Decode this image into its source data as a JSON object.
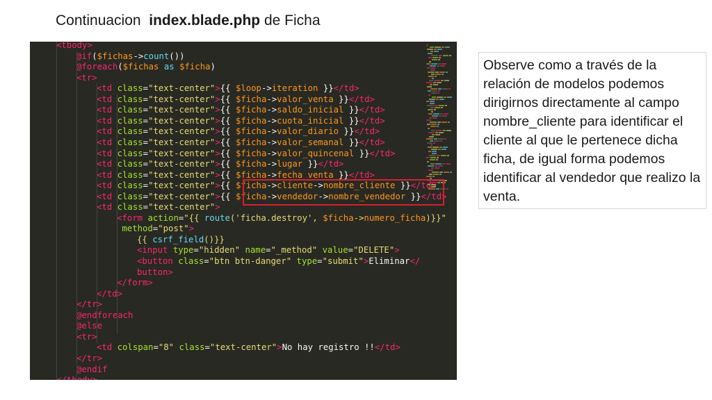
{
  "title": {
    "prefix": "Continuacion",
    "file": "index.blade.php",
    "suffix": "de Ficha"
  },
  "note": {
    "text": "Observe como a través de la relación de modelos podemos dirigirnos directamente al campo nombre_cliente para identificar el cliente al que le pertenece dicha ficha, de igual forma podemos identificar al vendedor que realizo la venta."
  },
  "colors": {
    "editor_background": "#282923",
    "highlight_border": "#d8202c",
    "tag": "#f92672",
    "attribute": "#a6e22e",
    "string": "#e6db74",
    "variable": "#fd971f",
    "function": "#66d9ef"
  },
  "code": [
    {
      "indent": 2,
      "tokens": [
        [
          "tag",
          "<tbody>"
        ]
      ]
    },
    {
      "indent": 3,
      "tokens": [
        [
          "dir",
          "@if"
        ],
        [
          "pl",
          "("
        ],
        [
          "var",
          "$fichas"
        ],
        [
          "pl",
          "->"
        ],
        [
          "fn",
          "count"
        ],
        [
          "pl",
          "())"
        ]
      ]
    },
    {
      "indent": 3,
      "tokens": [
        [
          "dir",
          "@foreach"
        ],
        [
          "pl",
          "("
        ],
        [
          "var",
          "$fichas"
        ],
        [
          "pl",
          " "
        ],
        [
          "kw",
          "as"
        ],
        [
          "pl",
          " "
        ],
        [
          "var",
          "$ficha"
        ],
        [
          "pl",
          ")"
        ]
      ]
    },
    {
      "indent": 3,
      "tokens": [
        [
          "tag",
          "<tr>"
        ]
      ]
    },
    {
      "indent": 4,
      "tokens": [
        [
          "tag",
          "<td"
        ],
        [
          "pl",
          " "
        ],
        [
          "attr",
          "class"
        ],
        [
          "pl",
          "="
        ],
        [
          "str",
          "\"text-center\""
        ],
        [
          "tag",
          ">"
        ],
        [
          "pl",
          "{{ "
        ],
        [
          "var",
          "$loop"
        ],
        [
          "pl",
          "->"
        ],
        [
          "var",
          "iteration"
        ],
        [
          "pl",
          " }}"
        ],
        [
          "tag",
          "</td>"
        ]
      ]
    },
    {
      "indent": 4,
      "tokens": [
        [
          "tag",
          "<td"
        ],
        [
          "pl",
          " "
        ],
        [
          "attr",
          "class"
        ],
        [
          "pl",
          "="
        ],
        [
          "str",
          "\"text-center\""
        ],
        [
          "tag",
          ">"
        ],
        [
          "pl",
          "{{ "
        ],
        [
          "var",
          "$ficha"
        ],
        [
          "pl",
          "->"
        ],
        [
          "var",
          "valor_venta"
        ],
        [
          "pl",
          " }}"
        ],
        [
          "tag",
          "</td>"
        ]
      ]
    },
    {
      "indent": 4,
      "tokens": [
        [
          "tag",
          "<td"
        ],
        [
          "pl",
          " "
        ],
        [
          "attr",
          "class"
        ],
        [
          "pl",
          "="
        ],
        [
          "str",
          "\"text-center\""
        ],
        [
          "tag",
          ">"
        ],
        [
          "pl",
          "{{ "
        ],
        [
          "var",
          "$ficha"
        ],
        [
          "pl",
          "->"
        ],
        [
          "var",
          "saldo_inicial"
        ],
        [
          "pl",
          " }}"
        ],
        [
          "tag",
          "</td>"
        ]
      ]
    },
    {
      "indent": 4,
      "tokens": [
        [
          "tag",
          "<td"
        ],
        [
          "pl",
          " "
        ],
        [
          "attr",
          "class"
        ],
        [
          "pl",
          "="
        ],
        [
          "str",
          "\"text-center\""
        ],
        [
          "tag",
          ">"
        ],
        [
          "pl",
          "{{ "
        ],
        [
          "var",
          "$ficha"
        ],
        [
          "pl",
          "->"
        ],
        [
          "var",
          "cuota_inicial"
        ],
        [
          "pl",
          " }}"
        ],
        [
          "tag",
          "</td>"
        ]
      ]
    },
    {
      "indent": 4,
      "tokens": [
        [
          "tag",
          "<td"
        ],
        [
          "pl",
          " "
        ],
        [
          "attr",
          "class"
        ],
        [
          "pl",
          "="
        ],
        [
          "str",
          "\"text-center\""
        ],
        [
          "tag",
          ">"
        ],
        [
          "pl",
          "{{ "
        ],
        [
          "var",
          "$ficha"
        ],
        [
          "pl",
          "->"
        ],
        [
          "var",
          "valor_diario"
        ],
        [
          "pl",
          " }}"
        ],
        [
          "tag",
          "</td>"
        ]
      ]
    },
    {
      "indent": 4,
      "tokens": [
        [
          "tag",
          "<td"
        ],
        [
          "pl",
          " "
        ],
        [
          "attr",
          "class"
        ],
        [
          "pl",
          "="
        ],
        [
          "str",
          "\"text-center\""
        ],
        [
          "tag",
          ">"
        ],
        [
          "pl",
          "{{ "
        ],
        [
          "var",
          "$ficha"
        ],
        [
          "pl",
          "->"
        ],
        [
          "var",
          "valor_semanal"
        ],
        [
          "pl",
          " }}"
        ],
        [
          "tag",
          "</td>"
        ]
      ]
    },
    {
      "indent": 4,
      "tokens": [
        [
          "tag",
          "<td"
        ],
        [
          "pl",
          " "
        ],
        [
          "attr",
          "class"
        ],
        [
          "pl",
          "="
        ],
        [
          "str",
          "\"text-center\""
        ],
        [
          "tag",
          ">"
        ],
        [
          "pl",
          "{{ "
        ],
        [
          "var",
          "$ficha"
        ],
        [
          "pl",
          "->"
        ],
        [
          "var",
          "valor_quincenal"
        ],
        [
          "pl",
          " }}"
        ],
        [
          "tag",
          "</td>"
        ]
      ]
    },
    {
      "indent": 4,
      "tokens": [
        [
          "tag",
          "<td"
        ],
        [
          "pl",
          " "
        ],
        [
          "attr",
          "class"
        ],
        [
          "pl",
          "="
        ],
        [
          "str",
          "\"text-center\""
        ],
        [
          "tag",
          ">"
        ],
        [
          "pl",
          "{{ "
        ],
        [
          "var",
          "$ficha"
        ],
        [
          "pl",
          "->"
        ],
        [
          "var",
          "lugar"
        ],
        [
          "pl",
          " }}"
        ],
        [
          "tag",
          "</td>"
        ]
      ]
    },
    {
      "indent": 4,
      "tokens": [
        [
          "tag",
          "<td"
        ],
        [
          "pl",
          " "
        ],
        [
          "attr",
          "class"
        ],
        [
          "pl",
          "="
        ],
        [
          "str",
          "\"text-center\""
        ],
        [
          "tag",
          ">"
        ],
        [
          "pl",
          "{{ "
        ],
        [
          "var",
          "$ficha"
        ],
        [
          "pl",
          "->"
        ],
        [
          "var",
          "fecha_venta"
        ],
        [
          "pl",
          " }}"
        ],
        [
          "tag",
          "</td>"
        ]
      ]
    },
    {
      "indent": 4,
      "tokens": [
        [
          "tag",
          "<td"
        ],
        [
          "pl",
          " "
        ],
        [
          "attr",
          "class"
        ],
        [
          "pl",
          "="
        ],
        [
          "str",
          "\"text-center\""
        ],
        [
          "tag",
          ">"
        ],
        [
          "pl",
          "{{ "
        ],
        [
          "var",
          "$ficha"
        ],
        [
          "pl",
          "->"
        ],
        [
          "var",
          "cliente"
        ],
        [
          "pl",
          "->"
        ],
        [
          "var",
          "nombre_cliente"
        ],
        [
          "pl",
          " }}"
        ],
        [
          "tag",
          "</td>"
        ]
      ]
    },
    {
      "indent": 4,
      "tokens": [
        [
          "tag",
          "<td"
        ],
        [
          "pl",
          " "
        ],
        [
          "attr",
          "class"
        ],
        [
          "pl",
          "="
        ],
        [
          "str",
          "\"text-center\""
        ],
        [
          "tag",
          ">"
        ],
        [
          "pl",
          "{{ "
        ],
        [
          "var",
          "$ficha"
        ],
        [
          "pl",
          "->"
        ],
        [
          "var",
          "vendedor"
        ],
        [
          "pl",
          "->"
        ],
        [
          "var",
          "nombre_vendedor"
        ],
        [
          "pl",
          " }}"
        ],
        [
          "tag",
          "</td>"
        ]
      ]
    },
    {
      "indent": 4,
      "tokens": [
        [
          "tag",
          "<td"
        ],
        [
          "pl",
          " "
        ],
        [
          "attr",
          "class"
        ],
        [
          "pl",
          "="
        ],
        [
          "str",
          "\"text-center\""
        ],
        [
          "tag",
          ">"
        ]
      ]
    },
    {
      "indent": 5,
      "tokens": [
        [
          "tag",
          "<form"
        ],
        [
          "pl",
          " "
        ],
        [
          "attr",
          "action"
        ],
        [
          "pl",
          "="
        ],
        [
          "str",
          "\"{{ "
        ],
        [
          "fn",
          "route"
        ],
        [
          "str",
          "('ficha.destroy', "
        ],
        [
          "var",
          "$ficha"
        ],
        [
          "str",
          "->"
        ],
        [
          "var",
          "numero_ficha"
        ],
        [
          "str",
          ")}}\""
        ]
      ]
    },
    {
      "indent": 5,
      "tokens": [
        [
          "pl",
          " "
        ],
        [
          "attr",
          "method"
        ],
        [
          "pl",
          "="
        ],
        [
          "str",
          "\"post\""
        ],
        [
          "tag",
          ">"
        ]
      ]
    },
    {
      "indent": 6,
      "tokens": [
        [
          "str",
          "{{ "
        ],
        [
          "fn",
          "csrf_field"
        ],
        [
          "str",
          "()}}"
        ]
      ]
    },
    {
      "indent": 6,
      "tokens": [
        [
          "tag",
          "<input"
        ],
        [
          "pl",
          " "
        ],
        [
          "attr",
          "type"
        ],
        [
          "pl",
          "="
        ],
        [
          "str",
          "\"hidden\""
        ],
        [
          "pl",
          " "
        ],
        [
          "attr",
          "name"
        ],
        [
          "pl",
          "="
        ],
        [
          "str",
          "\"_method\""
        ],
        [
          "pl",
          " "
        ],
        [
          "attr",
          "value"
        ],
        [
          "pl",
          "="
        ],
        [
          "str",
          "\"DELETE\""
        ],
        [
          "tag",
          ">"
        ]
      ]
    },
    {
      "indent": 6,
      "tokens": [
        [
          "tag",
          "<button"
        ],
        [
          "pl",
          " "
        ],
        [
          "attr",
          "class"
        ],
        [
          "pl",
          "="
        ],
        [
          "str",
          "\"btn btn-danger\""
        ],
        [
          "pl",
          " "
        ],
        [
          "attr",
          "type"
        ],
        [
          "pl",
          "="
        ],
        [
          "str",
          "\"submit\""
        ],
        [
          "tag",
          ">"
        ],
        [
          "pl",
          "Eliminar"
        ],
        [
          "tag",
          "</"
        ]
      ]
    },
    {
      "indent": 6,
      "tokens": [
        [
          "tag",
          "button>"
        ]
      ]
    },
    {
      "indent": 5,
      "tokens": [
        [
          "tag",
          "</form>"
        ]
      ]
    },
    {
      "indent": 4,
      "tokens": [
        [
          "tag",
          "</td>"
        ]
      ]
    },
    {
      "indent": 3,
      "tokens": [
        [
          "tag",
          "</tr>"
        ]
      ]
    },
    {
      "indent": 3,
      "tokens": [
        [
          "dir",
          "@endforeach"
        ]
      ]
    },
    {
      "indent": 3,
      "tokens": [
        [
          "dir",
          "@else"
        ]
      ]
    },
    {
      "indent": 3,
      "tokens": [
        [
          "tag",
          "<tr>"
        ]
      ]
    },
    {
      "indent": 4,
      "tokens": [
        [
          "tag",
          "<td"
        ],
        [
          "pl",
          " "
        ],
        [
          "attr",
          "colspan"
        ],
        [
          "pl",
          "="
        ],
        [
          "str",
          "\"8\""
        ],
        [
          "pl",
          " "
        ],
        [
          "attr",
          "class"
        ],
        [
          "pl",
          "="
        ],
        [
          "str",
          "\"text-center\""
        ],
        [
          "tag",
          ">"
        ],
        [
          "pl",
          "No hay registro !!"
        ],
        [
          "tag",
          "</td>"
        ]
      ]
    },
    {
      "indent": 3,
      "tokens": [
        [
          "tag",
          "</tr>"
        ]
      ]
    },
    {
      "indent": 3,
      "tokens": [
        [
          "dir",
          "@endif"
        ]
      ]
    },
    {
      "indent": 2,
      "tokens": [
        [
          "tag",
          "</tbody>"
        ]
      ]
    }
  ]
}
